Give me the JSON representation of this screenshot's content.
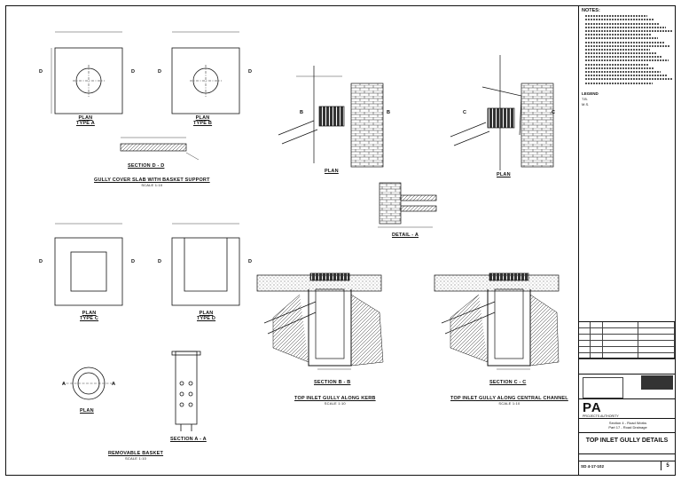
{
  "notes": {
    "heading": "NOTES:",
    "line_count": 19
  },
  "legend": {
    "heading": "LEGEND",
    "items": [
      "T.B.",
      "M.S."
    ]
  },
  "views": {
    "plan_a": "PLAN",
    "type_a": "TYPE A",
    "plan_b": "PLAN",
    "type_b": "TYPE B",
    "plan_c": "PLAN",
    "type_c": "TYPE C",
    "plan_d": "PLAN",
    "type_d": "TYPE D",
    "section_dd": "SECTION D - D",
    "cover_title": "GULLY COVER SLAB WITH BASKET SUPPORT",
    "cover_scale": "SCALE 1:10",
    "plan_left": "PLAN",
    "plan_right": "PLAN",
    "detail_a": "DETAIL - A",
    "section_aa": "SECTION A - A",
    "plan_basket": "PLAN",
    "basket_title": "REMOVABLE BASKET",
    "basket_scale": "SCALE 1:10",
    "section_bb": "SECTION B - B",
    "kerb_title": "TOP INLET GULLY ALONG KERB",
    "kerb_scale": "SCALE 1:10",
    "section_cc": "SECTION C - C",
    "channel_title": "TOP INLET GULLY ALONG CENTRAL CHANNEL",
    "channel_scale": "SCALE 1:10"
  },
  "markers": {
    "d": "D",
    "b": "B",
    "c": "C",
    "a": "A"
  },
  "title_block": {
    "company": "PA",
    "company_sub": "PROJECTS AUTHORITY",
    "section": "Section 4 - Road Works",
    "part": "Part 17 - Road Drainage",
    "drawing_title": "TOP INLET GULLY DETAILS",
    "drawing_no": "SD 4-17-102",
    "revision": "5"
  },
  "colors": {
    "line": "#111111",
    "hatch": "#555555",
    "paper": "#ffffff"
  }
}
